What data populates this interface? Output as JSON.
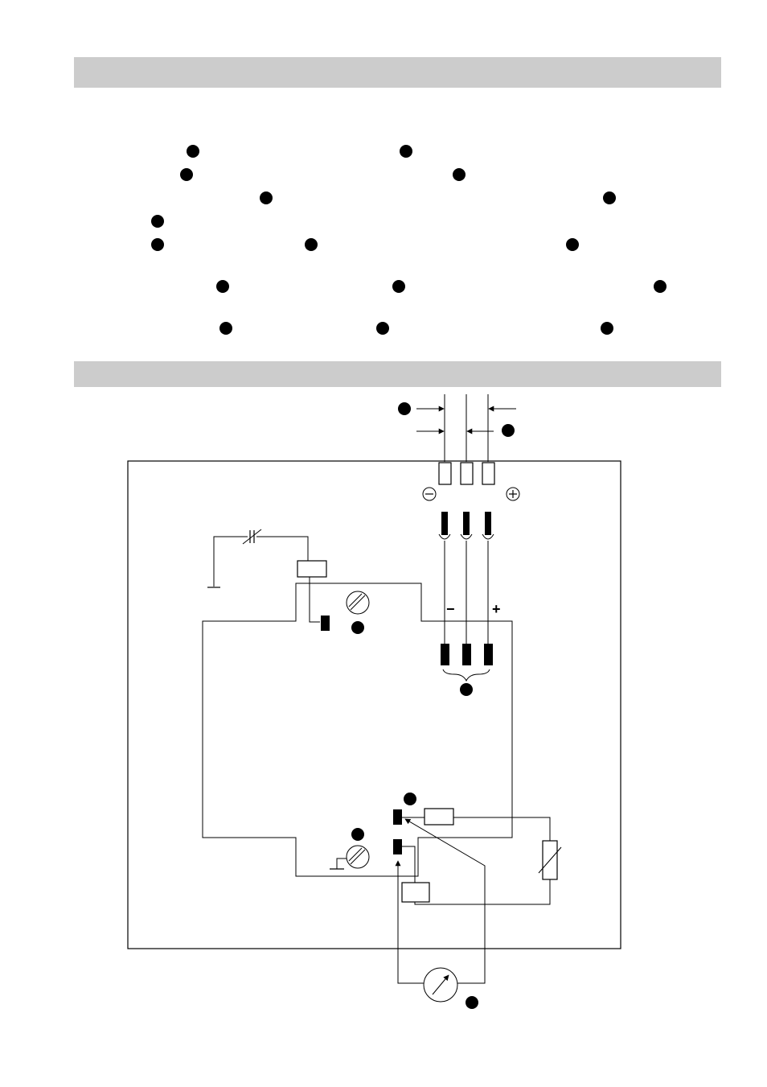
{
  "section_bars": [
    "",
    ""
  ],
  "terminal_signs": {
    "minus": "−",
    "plus": "+"
  },
  "colors": {
    "bar": "#cccccc",
    "ink": "#000000",
    "paper": "#ffffff"
  },
  "marker_rows": [
    {
      "count": 2
    },
    {
      "count": 2
    },
    {
      "count": 2
    },
    {
      "count": 1
    },
    {
      "count": 3
    },
    {
      "count": 3
    },
    {
      "count": 3
    }
  ],
  "icons": [
    "numbered-callout-icon",
    "minus-circle-icon",
    "plus-circle-icon",
    "capacitor-icon",
    "ground-icon",
    "terminal-screw-icon",
    "variable-resistor-icon",
    "meter-icon"
  ]
}
